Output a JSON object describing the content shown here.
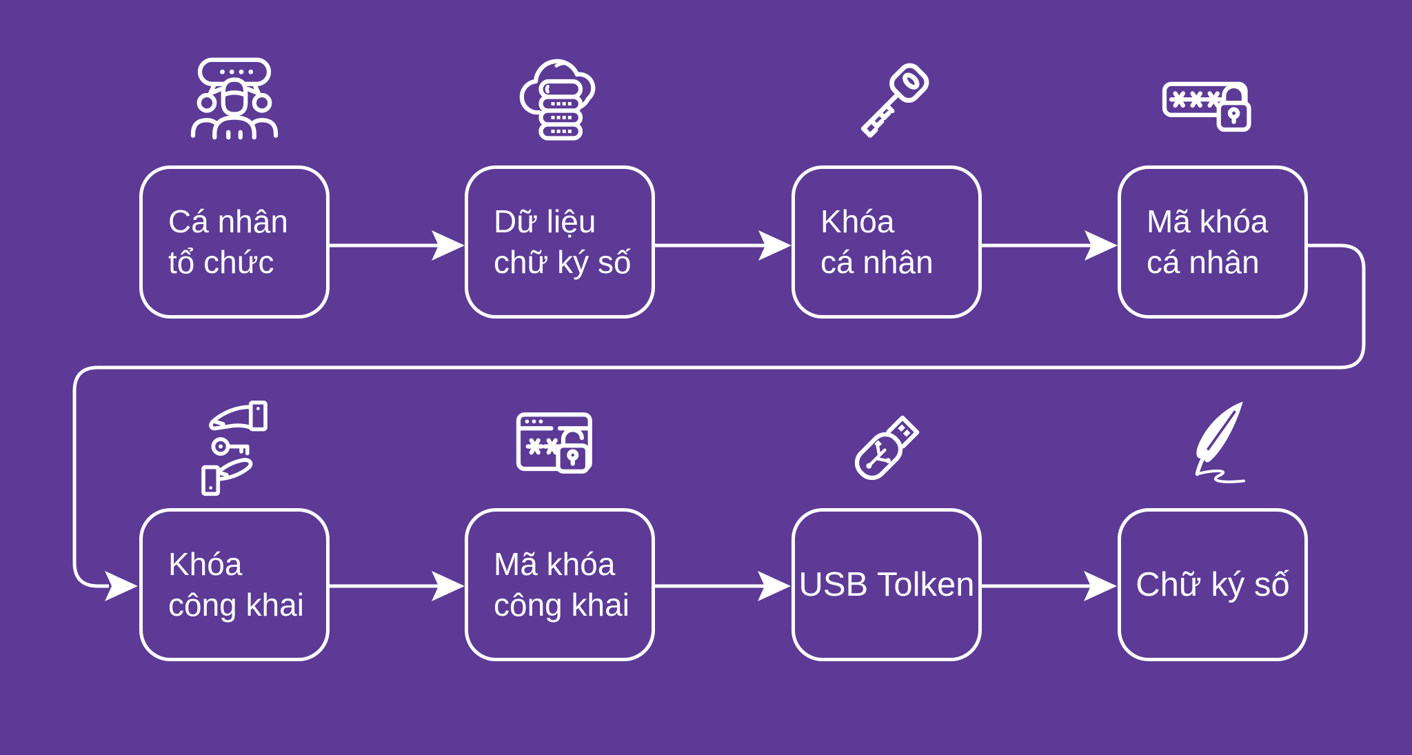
{
  "colors": {
    "background": "#5c3a96",
    "line": "#ffffff",
    "text": "#ffffff"
  },
  "flow": {
    "description_steps": 8,
    "steps": [
      {
        "icon": "people-discussion-icon",
        "label_lines": [
          "Cá nhân",
          "tổ chức"
        ]
      },
      {
        "icon": "cloud-database-icon",
        "label_lines": [
          "Dữ liệu",
          "chữ ký số"
        ]
      },
      {
        "icon": "key-icon",
        "label_lines": [
          "Khóa",
          "cá nhân"
        ]
      },
      {
        "icon": "password-lock-icon",
        "label_lines": [
          "Mã khóa",
          "cá nhân"
        ]
      },
      {
        "icon": "hands-key-icon",
        "label_lines": [
          "Khóa",
          "công khai"
        ]
      },
      {
        "icon": "browser-unlock-icon",
        "label_lines": [
          "Mã khóa",
          "công khai"
        ]
      },
      {
        "icon": "usb-token-icon",
        "label_lines": [
          "USB Tolken"
        ]
      },
      {
        "icon": "quill-signature-icon",
        "label_lines": [
          "Chữ ký số"
        ]
      }
    ]
  }
}
